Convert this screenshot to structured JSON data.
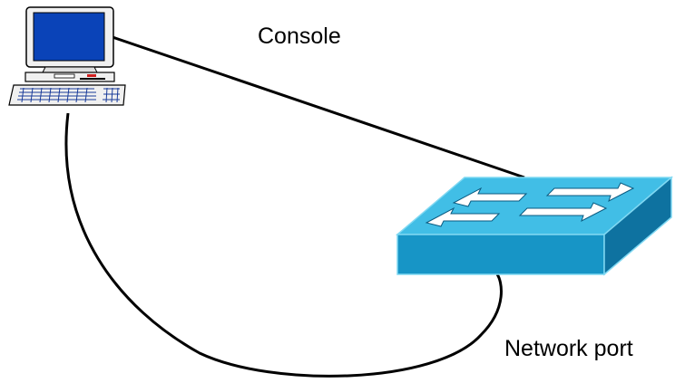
{
  "labels": {
    "console": "Console",
    "network_port": "Network port"
  },
  "nodes": {
    "computer": {
      "icon": "computer-icon"
    },
    "switch": {
      "icon": "network-switch-icon"
    }
  },
  "connections": [
    {
      "from": "computer",
      "to": "switch",
      "label_ref": "labels.console"
    },
    {
      "from": "computer",
      "to": "switch",
      "label_ref": "labels.network_port"
    }
  ],
  "colors": {
    "monitor_case": "#f0f0f0",
    "monitor_screen": "#0a43b8",
    "switch_top": "#41bee6",
    "switch_front": "#1795c6",
    "switch_side": "#0e72a0",
    "switch_arrows": "#ffffff",
    "cable": "#000000"
  }
}
